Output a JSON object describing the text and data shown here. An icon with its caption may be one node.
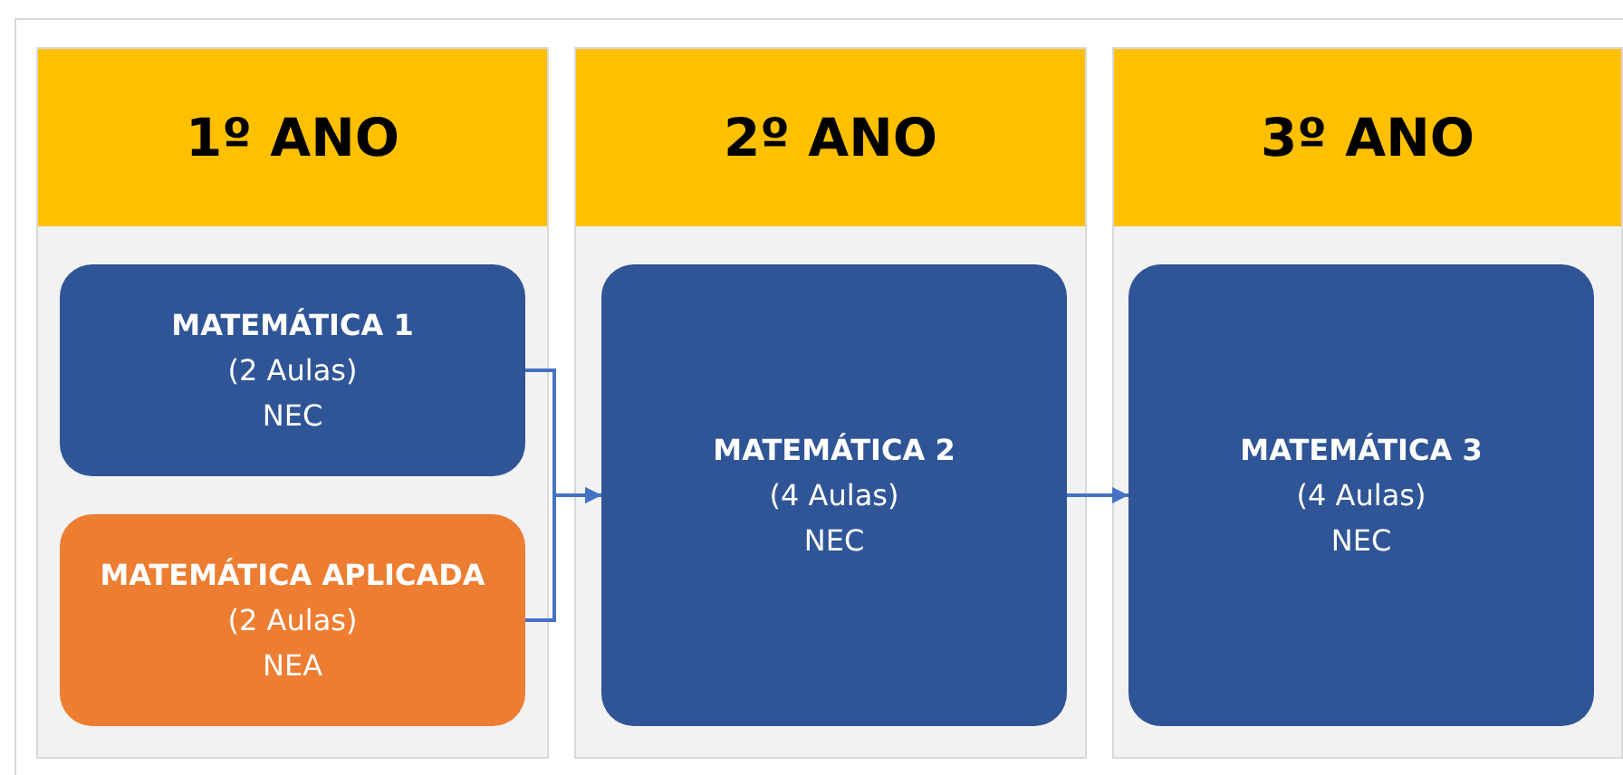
{
  "diagram": {
    "nodes": [
      {
        "text": [
          "1º ANO"
        ]
      },
      {
        "text": [
          "MATEMÁTICA 1",
          "(2 Aulas)",
          "NEC"
        ],
        "in": 0
      },
      {
        "text": [
          "MATEMÁTICA APLICADA",
          "(2 Aulas)",
          "NEA"
        ],
        "in": 0
      },
      {
        "text": [
          "2º ANO"
        ]
      },
      {
        "text": [
          "MATEMÁTICA 2",
          "(4 Aulas)",
          "NEC"
        ],
        "in": 3
      },
      {
        "text": [
          "3º ANO"
        ]
      },
      {
        "text": [
          "MATEMÁTICA 3",
          "(4 Aulas)",
          "NEC"
        ],
        "in": 5
      }
    ],
    "edges": [
      {
        "from": 1,
        "to": 4,
        "arrow": "to"
      },
      {
        "from": 2,
        "to": 4,
        "arrow": "to"
      },
      {
        "from": 4,
        "to": 6,
        "arrow": "to"
      }
    ]
  }
}
